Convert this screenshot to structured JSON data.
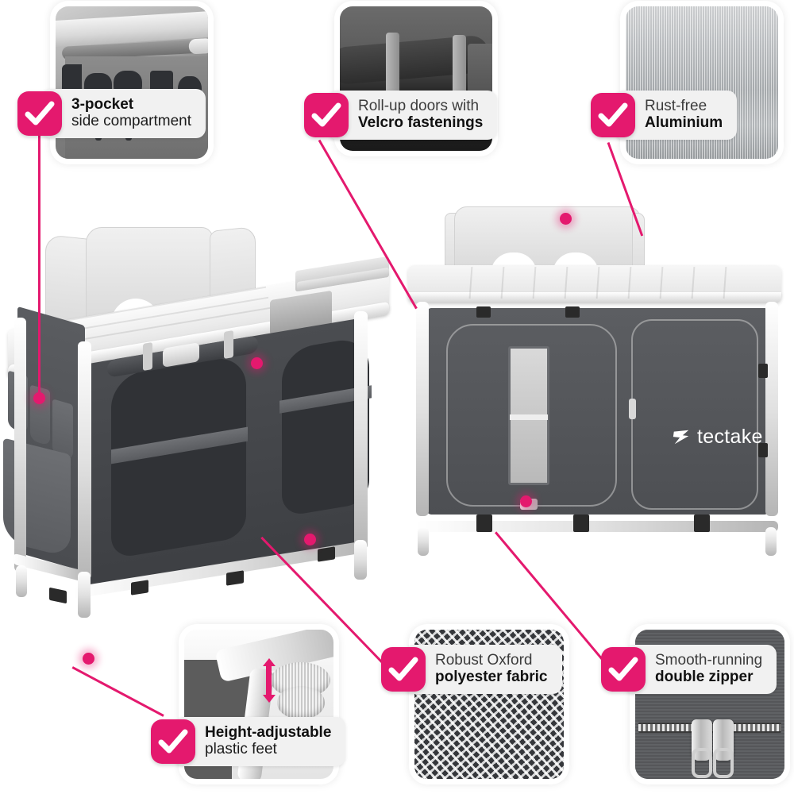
{
  "page": {
    "title": "tectake camping kitchen feature infographic",
    "brand": "tectake",
    "accent_color": "#e4196e",
    "card_background": "#f1f1f1",
    "page_background": "#ffffff"
  },
  "callouts": [
    {
      "id": "three-pocket",
      "line1": "3-pocket",
      "line2": "side compartment",
      "bold_line": 1,
      "thumbnail": "utensils-in-side-pockets",
      "icon": "check-icon"
    },
    {
      "id": "roll-up-doors",
      "line1": "Roll-up doors with",
      "line2": "Velcro fastenings",
      "bold_line": 2,
      "thumbnail": "rolled-door-with-velcro-straps",
      "icon": "check-icon"
    },
    {
      "id": "rust-free-aluminium",
      "line1": "Rust-free",
      "line2": "Aluminium",
      "bold_line": 2,
      "thumbnail": "brushed-aluminium-surface",
      "icon": "check-icon"
    },
    {
      "id": "height-adjustable-feet",
      "line1": "Height-adjustable",
      "line2": "plastic feet",
      "bold_line": 1,
      "thumbnail": "adjustable-plastic-foot",
      "icon": "check-icon"
    },
    {
      "id": "oxford-fabric",
      "line1": "Robust Oxford",
      "line2": "polyester fabric",
      "bold_line": 2,
      "thumbnail": "oxford-weave-fabric",
      "icon": "check-icon"
    },
    {
      "id": "double-zipper",
      "line1": "Smooth-running",
      "line2": "double zipper",
      "bold_line": 2,
      "thumbnail": "double-zipper-sliders",
      "icon": "check-icon"
    }
  ],
  "products": [
    {
      "id": "camping-kitchen-open",
      "label": "Camping kitchen shown open with shelves and side pockets"
    },
    {
      "id": "camping-kitchen-closed",
      "label": "Camping kitchen shown closed with zipped doors and tectake logo"
    }
  ]
}
